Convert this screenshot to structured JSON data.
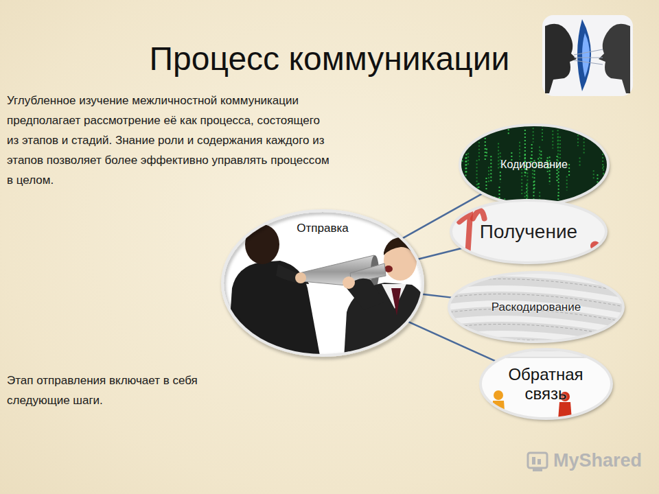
{
  "diagram": {
    "title": "Процесс коммуникации",
    "nodes": [
      {
        "text": [
          "Отправка"
        ]
      },
      {
        "text": [
          "Кодирование"
        ]
      },
      {
        "text": [
          "Получение"
        ]
      },
      {
        "text": [
          "Раскодирование"
        ]
      },
      {
        "text": [
          "Обратная связь"
        ]
      }
    ],
    "edges": [
      {
        "from": 0,
        "to": 1,
        "arrow": "none"
      },
      {
        "from": 0,
        "to": 2,
        "arrow": "none"
      },
      {
        "from": 0,
        "to": 3,
        "arrow": "none"
      },
      {
        "from": 0,
        "to": 4,
        "arrow": "none"
      }
    ],
    "labels": [
      "Углубленное изучение межличностной коммуникации предполагает рассмотрение её как процесса, состоящего из этапов и стадий. Знание роли и содержания каждого из этапов позволяет более эффективно управлять процессом в целом.",
      "Этап отправления включает в себя следующие шаги.",
      "MyShared"
    ]
  }
}
